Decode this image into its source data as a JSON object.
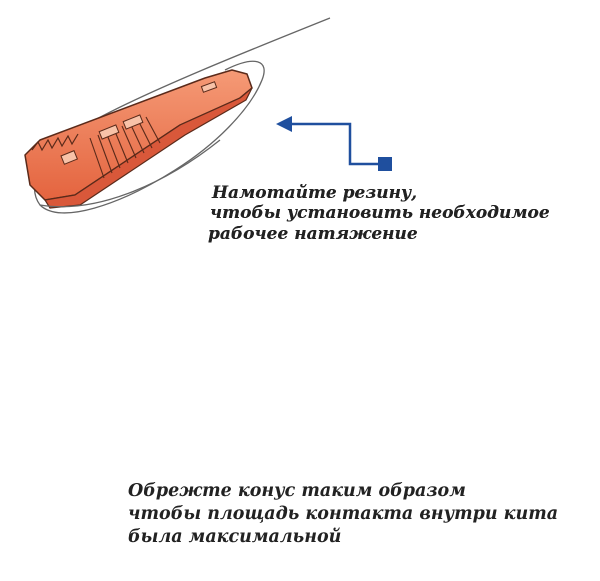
{
  "instructions": [
    {
      "lines": [
        "Намотайте резину,",
        "чтобы установить необходимое",
        "рабочее натяжение"
      ]
    },
    {
      "lines": [
        "Обрежте конус таким образом",
        "чтобы площадь контакта внутри кита",
        "была максимальной"
      ]
    }
  ],
  "colors": {
    "tool_fill": "#f07a55",
    "tool_shade": "#d9583a",
    "tool_outline": "#5a2a1a",
    "arrow": "#1f4f9e",
    "blade_green": "#9fd36a",
    "wire": "#666666",
    "text": "#222222"
  }
}
